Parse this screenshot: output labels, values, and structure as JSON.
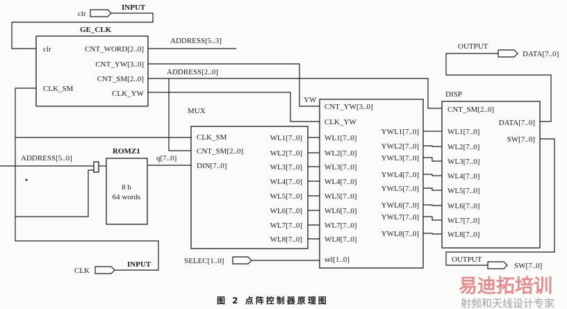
{
  "ge_clk": {
    "title": "GE_CLK",
    "clr": "clr",
    "clk_sm": "CLK_SM",
    "cnt_word": "CNT_WORD[2..0]",
    "cnt_yw": "CNT_YW[3..0]",
    "cnt_sm": "CNT_SM[2..0]",
    "clk_yw": "CLK_YW"
  },
  "pins": {
    "clr": {
      "name": "clr",
      "type": "INPUT"
    },
    "clk": {
      "name": "CLK",
      "type": "INPUT"
    },
    "selec": {
      "name": "SELEC[1..0]"
    },
    "data_out": {
      "name": "DATA[7..0]",
      "type": "OUTPUT"
    },
    "sw_out": {
      "name": "SW[7..0]",
      "type": "OUTPUT"
    }
  },
  "nets": {
    "address53": "ADDRESS[5..3]",
    "address20": "ADDRESS[2..0]",
    "address50": "ADDRESS[5..0]",
    "q": "q[7..0]",
    "yw": "YW"
  },
  "romz1": {
    "title": "ROMZ1",
    "width": "8 b",
    "depth": "64 words"
  },
  "mux": {
    "title": "MUX",
    "inputs": [
      "CLK_SM",
      "CNT_SM[2..0]",
      "DIN[7..0]"
    ],
    "outputs": [
      "WL1[7..0]",
      "WL2[7..0]",
      "WL3[7..0]",
      "WL4[7..0]",
      "WL5[7..0]",
      "WL6[7..0]",
      "WL7[7..0]",
      "WL8[7..0]"
    ]
  },
  "yw": {
    "inputs": [
      "CNT_YW[3..0]",
      "CLK_YW",
      "WL1[7..0]",
      "WL2[7..0]",
      "WL3[7..0]",
      "WL4[7..0]",
      "WL5[7..0]",
      "WL6[7..0]",
      "WL7[7..0]",
      "WL8[7..0]",
      "sel[1..0]"
    ],
    "outputs": [
      "YWL1[7..0]",
      "YWL2[7..0]",
      "YWL3[7..0]",
      "YWL4[7..0]",
      "YWL5[7..0]",
      "YWL6[7..0]",
      "YWL7[7..0]",
      "YWL8[7..0]"
    ]
  },
  "disp": {
    "title": "DISP",
    "cnt_sm": "CNT_SM[2..0]",
    "data": "DATA[7..0]",
    "sw": "SW[7..0]",
    "inputs": [
      "WL1[7..0]",
      "WL2[7..0]",
      "WL3[7..0]",
      "WL4[7..0]",
      "WL5[7..0]",
      "WL6[7..0]",
      "WL7[7..0]",
      "WL8[7..0]"
    ]
  },
  "caption": "图 2   点阵控制器原理图",
  "watermark": {
    "brand": "易迪拓培训",
    "tagline": "射频和天线设计专家"
  }
}
